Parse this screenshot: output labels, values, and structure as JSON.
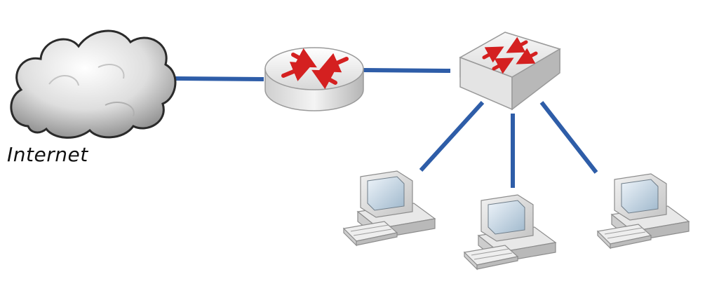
{
  "diagram": {
    "internet_label": "Internet",
    "nodes": [
      {
        "id": "internet",
        "kind": "cloud"
      },
      {
        "id": "router",
        "kind": "router"
      },
      {
        "id": "switch",
        "kind": "switch"
      },
      {
        "id": "computer-1",
        "kind": "computer"
      },
      {
        "id": "computer-2",
        "kind": "computer"
      },
      {
        "id": "computer-3",
        "kind": "computer"
      }
    ],
    "links": [
      {
        "from": "internet",
        "to": "router"
      },
      {
        "from": "router",
        "to": "switch"
      },
      {
        "from": "switch",
        "to": "computer-1"
      },
      {
        "from": "switch",
        "to": "computer-2"
      },
      {
        "from": "switch",
        "to": "computer-3"
      }
    ],
    "colors": {
      "link": "#2e5da8",
      "arrow": "#d42020",
      "device_body": "#e6e6e6",
      "device_shadow": "#b9b9b9",
      "screen": "#c5d6e4"
    }
  }
}
